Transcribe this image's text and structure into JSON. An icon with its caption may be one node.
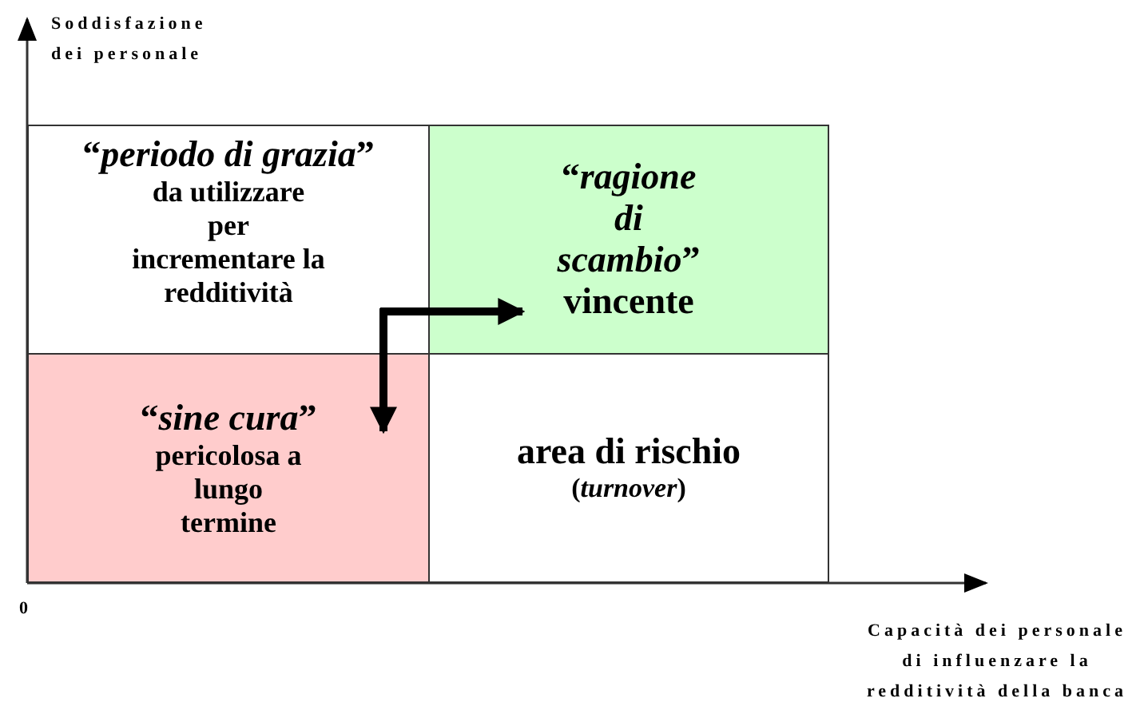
{
  "diagram": {
    "nodes": [
      {
        "text": [
          "“*periodo di grazia*”",
          "da utilizzare per incrementare la redditività"
        ]
      },
      {
        "text": [
          "“*ragione di scambio*”",
          "vincente"
        ]
      },
      {
        "text": [
          "“*sine cura*”",
          "pericolosa a lungo termine"
        ]
      },
      {
        "text": [
          "area di rischio",
          "(*turnover*)"
        ]
      }
    ],
    "edges": [
      {
        "from": 0,
        "to": 1,
        "arrow": "to"
      },
      {
        "from": 0,
        "to": 2,
        "arrow": "to"
      }
    ],
    "labels": [
      "Soddisfazione dei personale",
      "0",
      "Capacità dei personale di influenzare la redditività della banca"
    ]
  }
}
